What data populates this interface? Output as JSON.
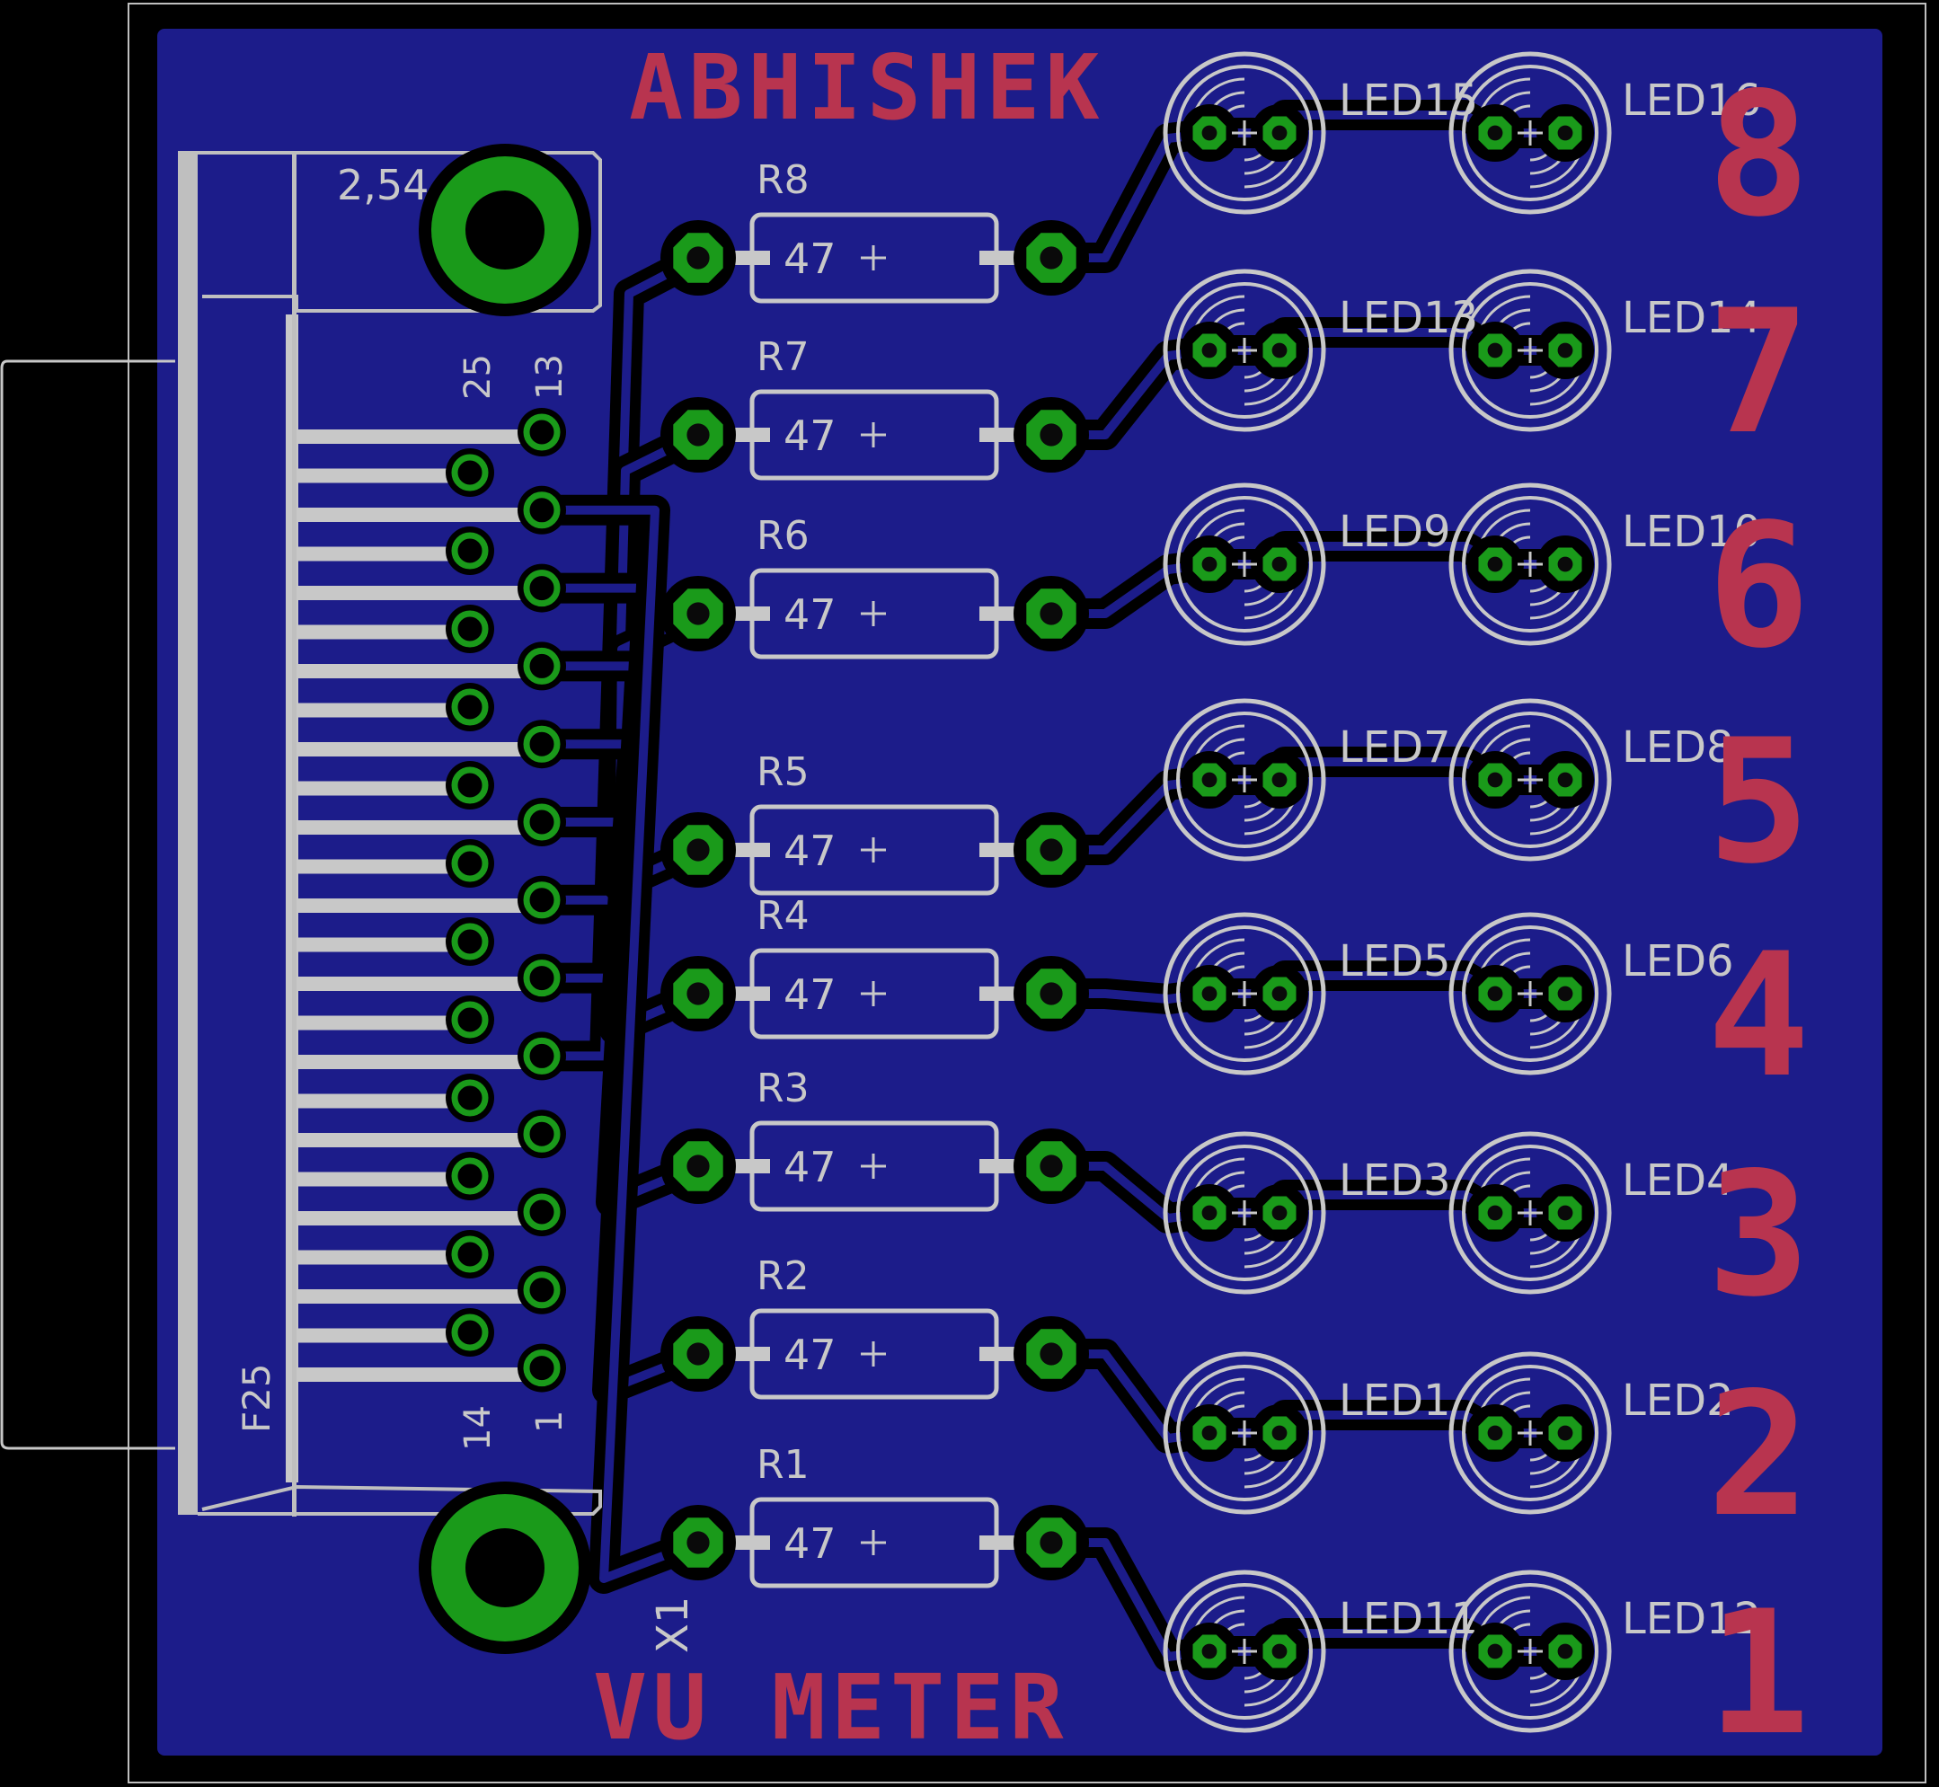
{
  "board": {
    "title_top": "ABHISHEK",
    "title_bottom": "VU METER",
    "connector": {
      "ref": "X1",
      "package": "F25",
      "pitch_label": "2,54",
      "pin_labels": [
        "25",
        "13",
        "14",
        "1"
      ]
    },
    "resistors": [
      {
        "ref": "R1",
        "value": "47"
      },
      {
        "ref": "R2",
        "value": "47"
      },
      {
        "ref": "R3",
        "value": "47"
      },
      {
        "ref": "R4",
        "value": "47"
      },
      {
        "ref": "R5",
        "value": "47"
      },
      {
        "ref": "R6",
        "value": "47"
      },
      {
        "ref": "R7",
        "value": "47"
      },
      {
        "ref": "R8",
        "value": "47"
      }
    ],
    "led_rows": [
      {
        "channel": "1",
        "leds": [
          "LED11",
          "LED12"
        ]
      },
      {
        "channel": "2",
        "leds": [
          "LED1",
          "LED2"
        ]
      },
      {
        "channel": "3",
        "leds": [
          "LED3",
          "LED4"
        ]
      },
      {
        "channel": "4",
        "leds": [
          "LED5",
          "LED6"
        ]
      },
      {
        "channel": "5",
        "leds": [
          "LED7",
          "LED8"
        ]
      },
      {
        "channel": "6",
        "leds": [
          "LED9",
          "LED10"
        ]
      },
      {
        "channel": "7",
        "leds": [
          "LED13",
          "LED14"
        ]
      },
      {
        "channel": "8",
        "leds": [
          "LED15",
          "LED16"
        ]
      }
    ],
    "colors": {
      "background": "#000000",
      "copper_pour": "#1c1c8a",
      "silkscreen": "#c8c8c8",
      "pad_ring": "#1a9a1a",
      "label_text": "#b8344f"
    }
  }
}
